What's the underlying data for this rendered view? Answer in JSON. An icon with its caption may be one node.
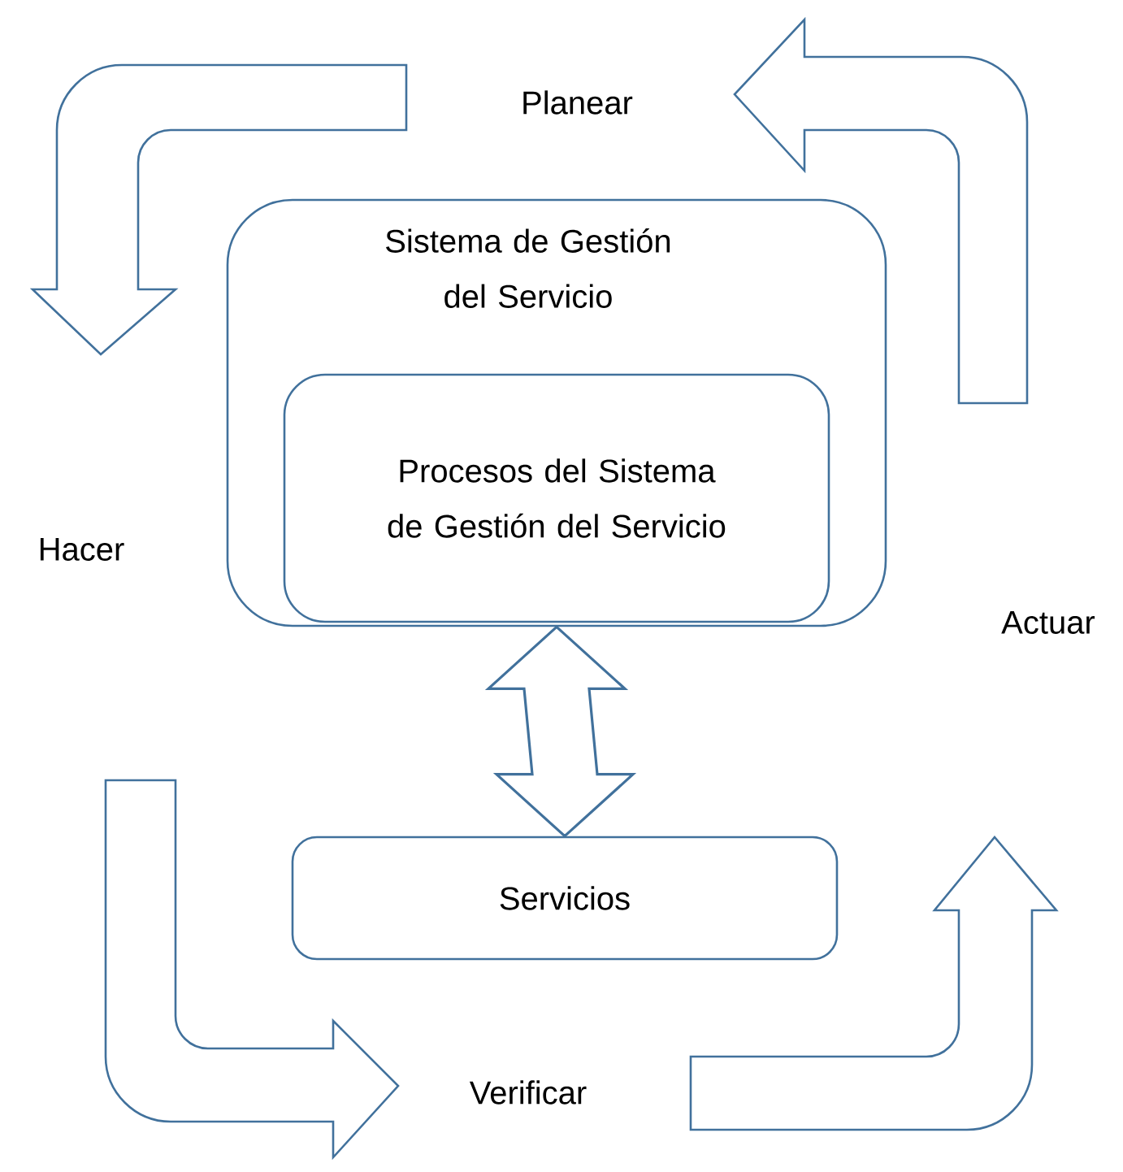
{
  "diagram": {
    "nodes": [
      {
        "text": [
          "Sistema de Gestión del Servicio"
        ]
      },
      {
        "text": [
          "Procesos del Sistema de Gestión del Servicio"
        ],
        "in": 0
      },
      {
        "text": [
          "Servicios"
        ]
      }
    ],
    "edges": [
      {
        "from": 0,
        "to": 2,
        "arrow": "both",
        "style": "thick"
      }
    ],
    "labels": [
      "Planear",
      "Hacer",
      "Actuar",
      "Verificar"
    ]
  }
}
